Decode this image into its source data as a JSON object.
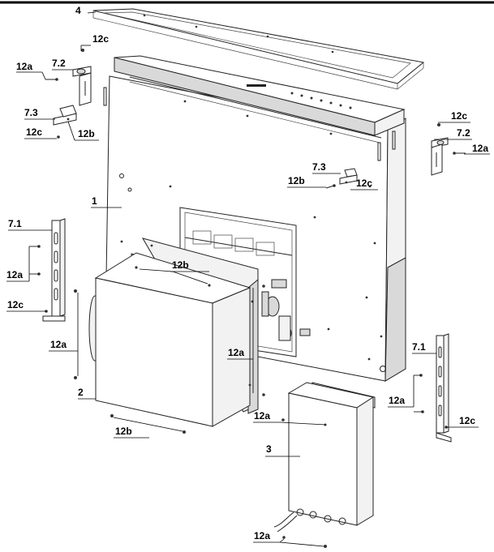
{
  "callouts": {
    "c4": "4",
    "c1": "1",
    "c2": "2",
    "c3": "3",
    "c7_1_left": "7.1",
    "c7_1_right": "7.1",
    "c7_2_left": "7.2",
    "c7_2_right": "7.2",
    "c7_3_left": "7.3",
    "c7_3_right": "7.3",
    "c12a_1": "12a",
    "c12a_2": "12a",
    "c12a_3": "12a",
    "c12a_4": "12a",
    "c12a_5": "12a",
    "c12a_6": "12a",
    "c12a_7": "12a",
    "c12a_8": "12a",
    "c12b_1": "12b",
    "c12b_2": "12b",
    "c12b_3": "12b",
    "c12b_4": "12b",
    "c12c_1": "12c",
    "c12c_2": "12c",
    "c12c_3": "12c",
    "c12c_4": "12c",
    "c12c_5": "12c",
    "c12c_6": "12c"
  },
  "colors": {
    "line": "#222222",
    "panel_fill": "#ffffff",
    "shade_fill": "#d9d9d9"
  }
}
